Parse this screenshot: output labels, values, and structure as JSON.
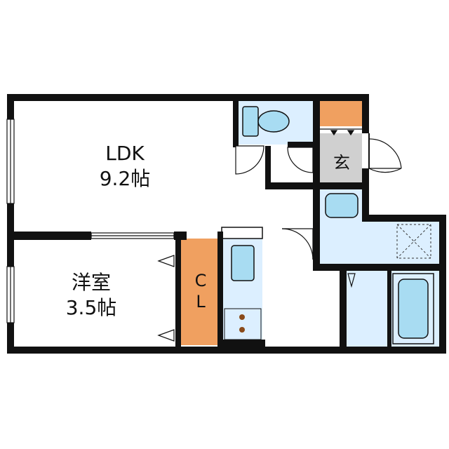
{
  "rooms": {
    "ldk": {
      "name": "LDK",
      "size": "9.2帖"
    },
    "western": {
      "name": "洋室",
      "size": "3.5帖"
    },
    "closet": {
      "line1": "C",
      "line2": "L"
    },
    "entrance": {
      "name": "玄"
    }
  },
  "colors": {
    "wall": "#111111",
    "wet_area": "#dcefff",
    "fixture": "#a8dcf2",
    "closet": "#f0a060",
    "entrance_floor": "#d0d0d0",
    "shoe_box": "#f0a060"
  }
}
